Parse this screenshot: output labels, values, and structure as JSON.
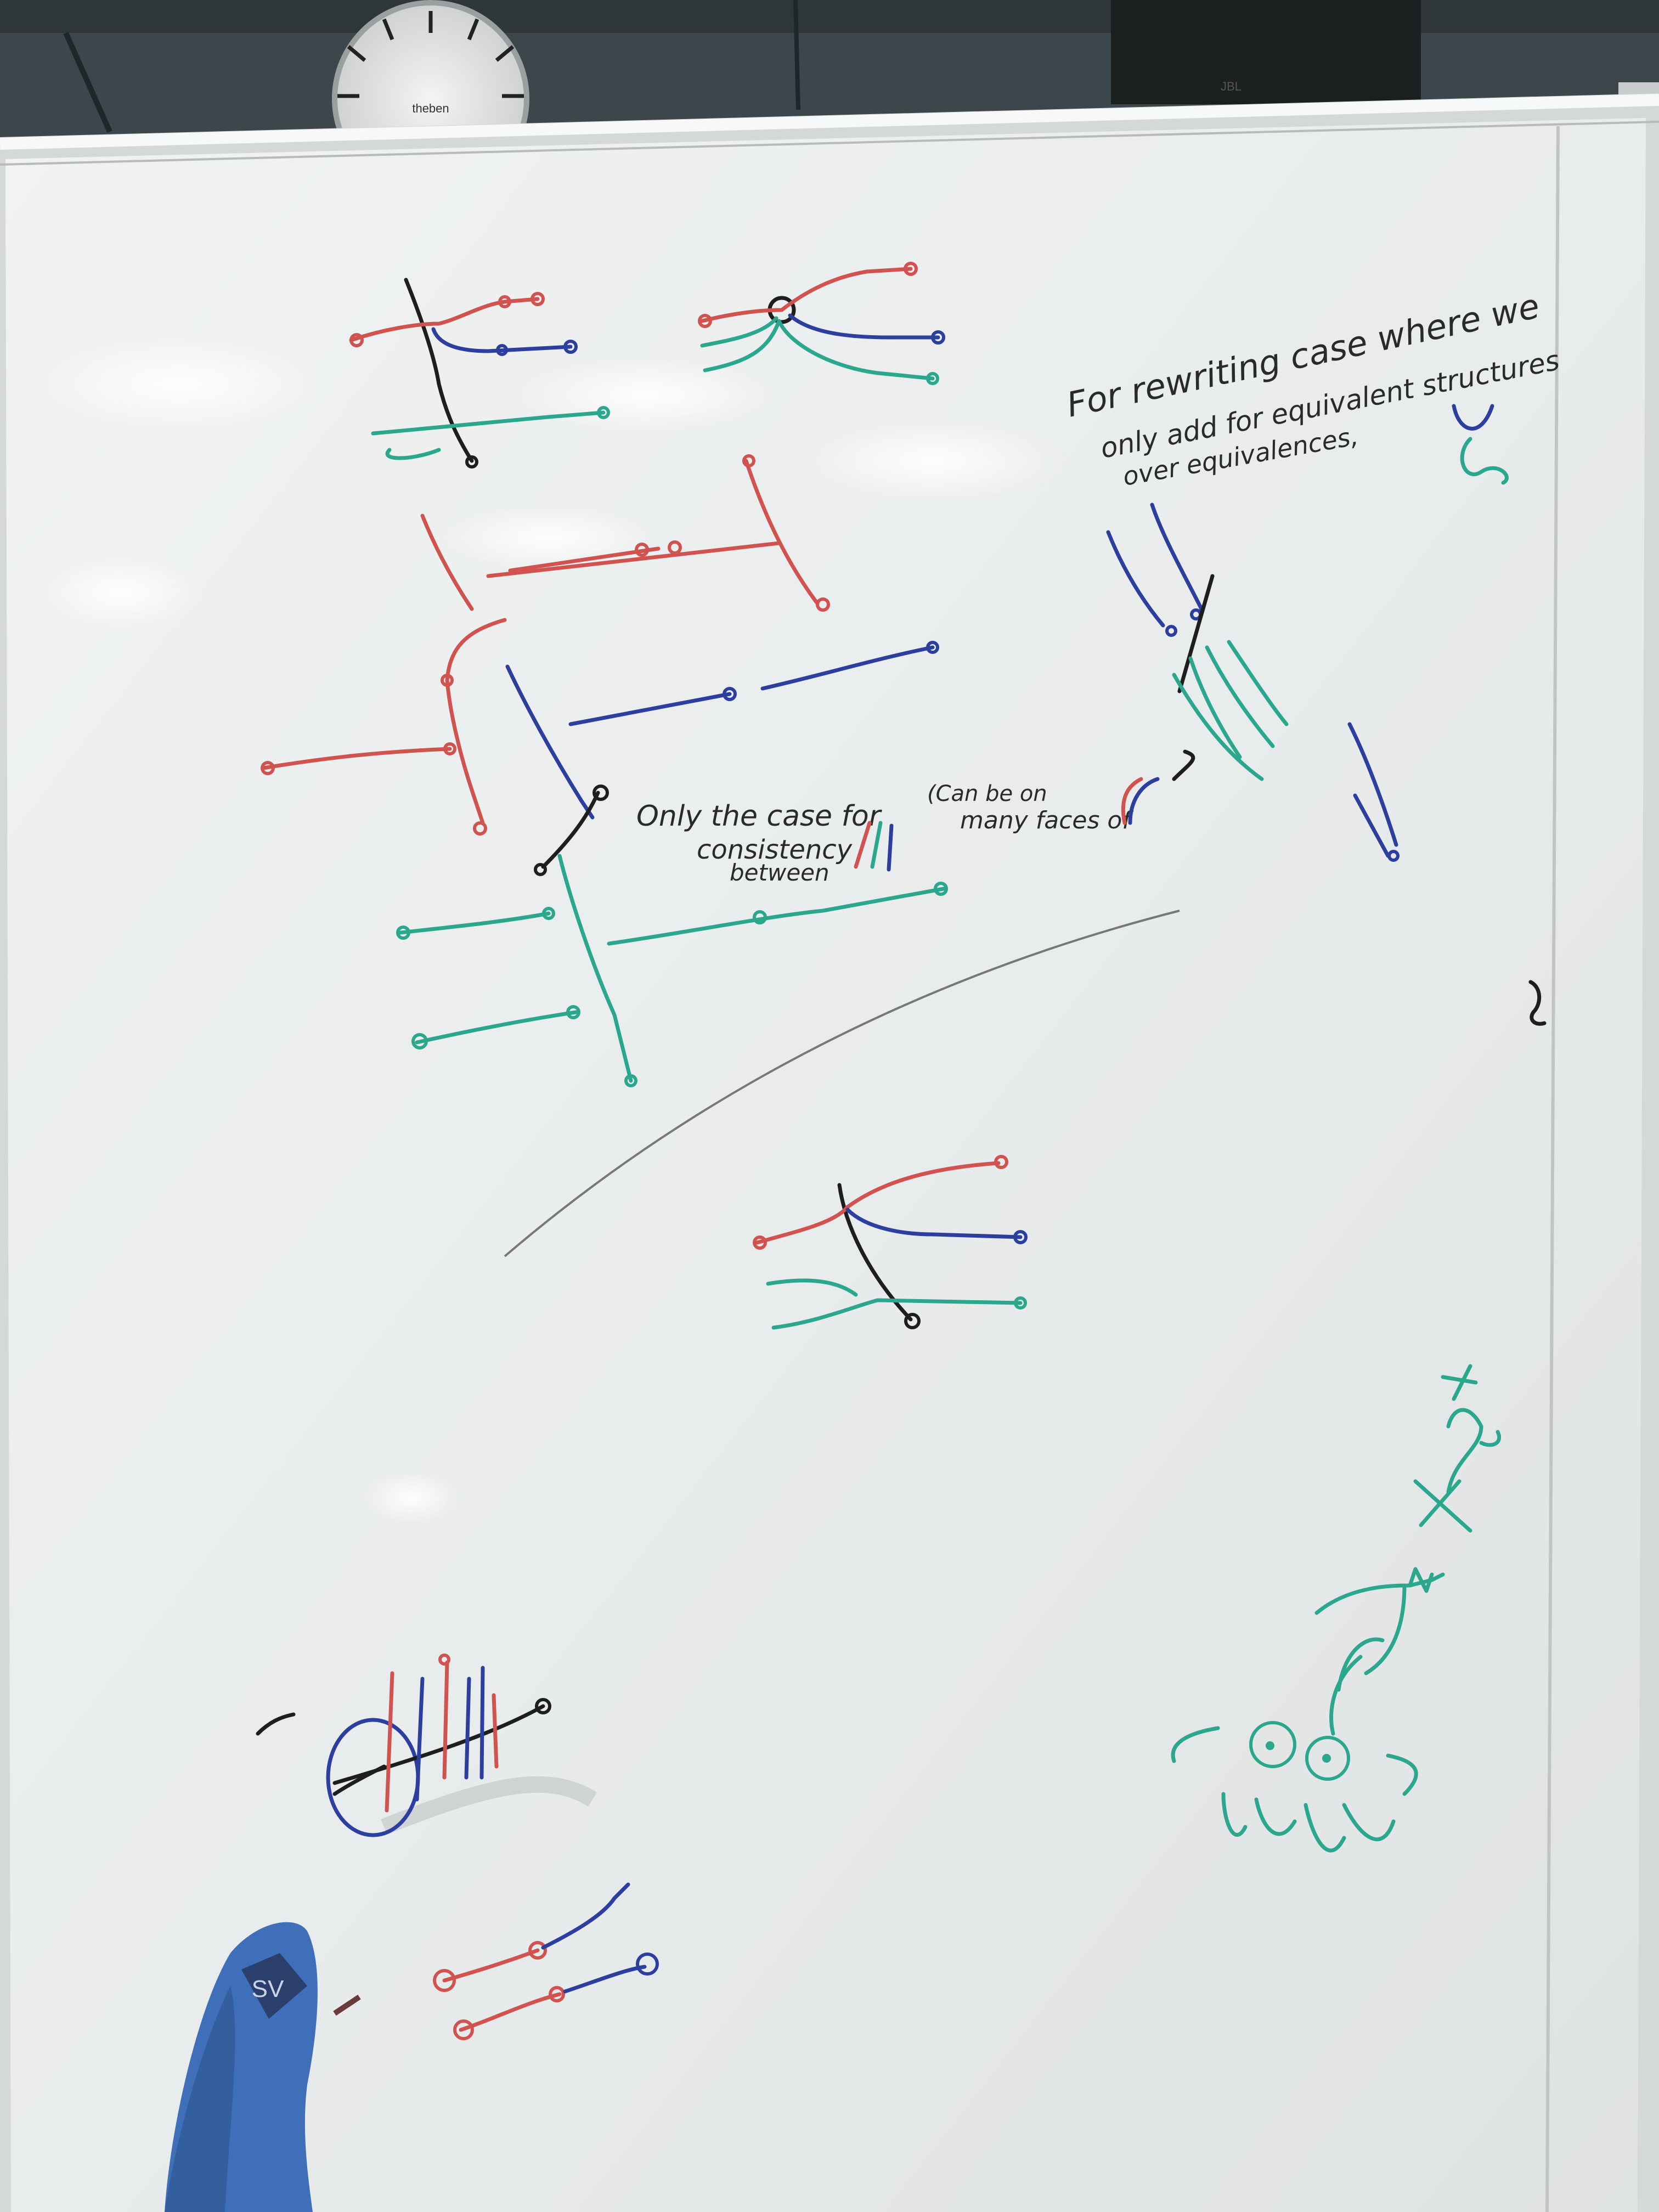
{
  "clock": {
    "brand": "theben"
  },
  "speaker": {
    "brand": "JBL"
  },
  "towel": {
    "logo": "SV"
  },
  "notes": {
    "rewriting_line1": "For rewriting case where we",
    "rewriting_line2": "only add for equivalent structures",
    "rewriting_line3": "over equivalences,",
    "consistency_line1": "Only the case for",
    "consistency_line2": "consistency",
    "consistency_line3": "between",
    "faces_line1": "(Can be on",
    "faces_line2": "many faces of"
  },
  "colors": {
    "board": "#eef0f0",
    "red_marker": "#d0534f",
    "blue_marker": "#2d3f9e",
    "teal_marker": "#2aa78c",
    "black_marker": "#1e1e1e",
    "towel": "#3f6fb8"
  }
}
